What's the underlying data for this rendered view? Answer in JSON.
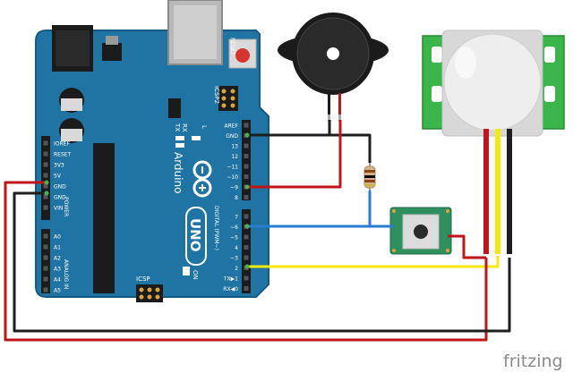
{
  "diagram": {
    "board": {
      "name": "Arduino",
      "model": "UNO",
      "reset_label": "RESET",
      "icsp_top_label": "ICSP2",
      "icsp_bottom_label": "ICSP",
      "tx_label": "TX",
      "rx_label": "RX",
      "l_label": "L",
      "on_label": "ON",
      "power_header_label": "POWER",
      "analog_header_label": "ANALOG IN",
      "digital_header_label": "DIGITAL (PWM~)",
      "power_pins": [
        "IOREF",
        "RESET",
        "3V3",
        "5V",
        "GND",
        "GND",
        "VIN"
      ],
      "analog_pins": [
        "A0",
        "A1",
        "A2",
        "A3",
        "A4",
        "A5"
      ],
      "digital_pins_upper": [
        "AREF",
        "GND",
        "13",
        "12",
        "~11",
        "~10",
        "~9",
        "8"
      ],
      "digital_pins_lower": [
        "7",
        "~6",
        "~5",
        "4",
        "~3",
        "2",
        "TX▶1",
        "RX◀0"
      ]
    },
    "components": {
      "buzzer": "piezo buzzer",
      "resistor": "resistor",
      "button": "push button",
      "pir": "PIR motion sensor"
    },
    "wire_colors": {
      "red": "#c0161b",
      "black": "#1e1e1e",
      "blue": "#2a7ccf",
      "yellow": "#f5e80a"
    },
    "colors": {
      "board": "#1f74a3",
      "board_dark": "#155a82",
      "button_pcb": "#2f8f5f",
      "pir_pcb": "#39b54a"
    },
    "watermark": "fritzing"
  }
}
